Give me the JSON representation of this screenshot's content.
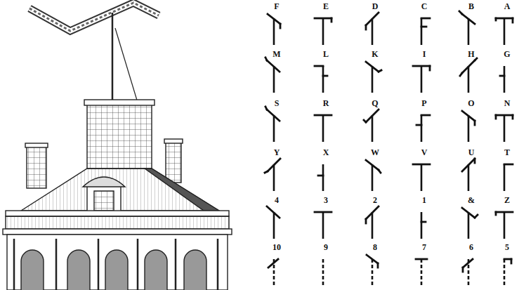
{
  "diagram": {
    "labels": [
      "F",
      "E",
      "D",
      "C",
      "B",
      "A",
      "M",
      "L",
      "K",
      "I",
      "H",
      "G",
      "S",
      "R",
      "Q",
      "P",
      "O",
      "N",
      "Y",
      "X",
      "W",
      "V",
      "U",
      "T",
      "4",
      "3",
      "2",
      "1",
      "&",
      "Z",
      "10",
      "9",
      "8",
      "7",
      "6",
      "5"
    ]
  }
}
